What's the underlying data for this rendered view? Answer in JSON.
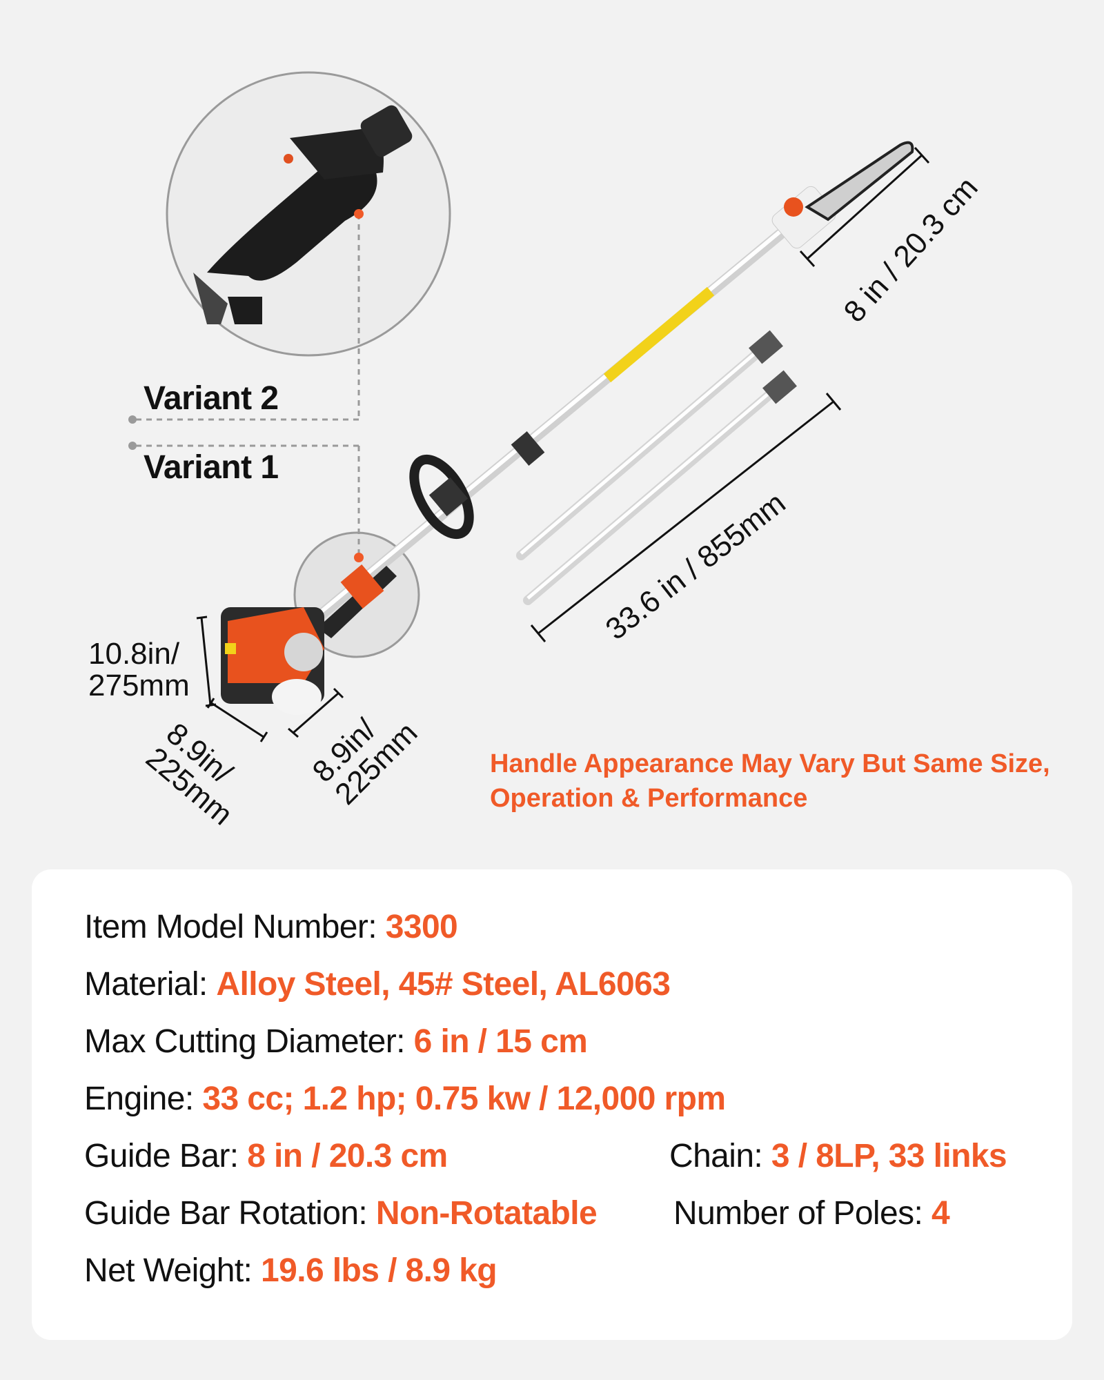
{
  "variants": {
    "v2": "Variant 2",
    "v1": "Variant 1"
  },
  "dimensions": {
    "guide_bar": "8 in / 20.3 cm",
    "pole": "33.6 in / 855mm",
    "engine_height_a": "10.8in/",
    "engine_height_b": "275mm",
    "engine_depth_a": "8.9in/",
    "engine_depth_b": "225mm",
    "engine_width_a": "8.9in/",
    "engine_width_b": "225mm"
  },
  "note": "Handle Appearance May Vary But Same Size, Operation & Performance",
  "specs": {
    "model": {
      "label": "Item Model Number: ",
      "value": "3300"
    },
    "material": {
      "label": "Material: ",
      "value": "Alloy Steel, 45# Steel, AL6063"
    },
    "cutting": {
      "label": "Max Cutting Diameter: ",
      "value": "6 in / 15 cm"
    },
    "engine": {
      "label": "Engine: ",
      "value": "33 cc; 1.2 hp; 0.75 kw / 12,000 rpm"
    },
    "guide_bar": {
      "label": "Guide Bar: ",
      "value": "8 in / 20.3 cm"
    },
    "chain": {
      "label": "Chain: ",
      "value": "3 / 8LP, 33 links"
    },
    "rotation": {
      "label": "Guide Bar Rotation: ",
      "value": "Non-Rotatable"
    },
    "poles": {
      "label": "Number of Poles: ",
      "value": "4"
    },
    "weight": {
      "label": "Net Weight: ",
      "value": "19.6 lbs / 8.9 kg"
    }
  },
  "colors": {
    "accent": "#f05a28",
    "text": "#111111",
    "background": "#f2f2f2",
    "panel": "#ffffff"
  }
}
